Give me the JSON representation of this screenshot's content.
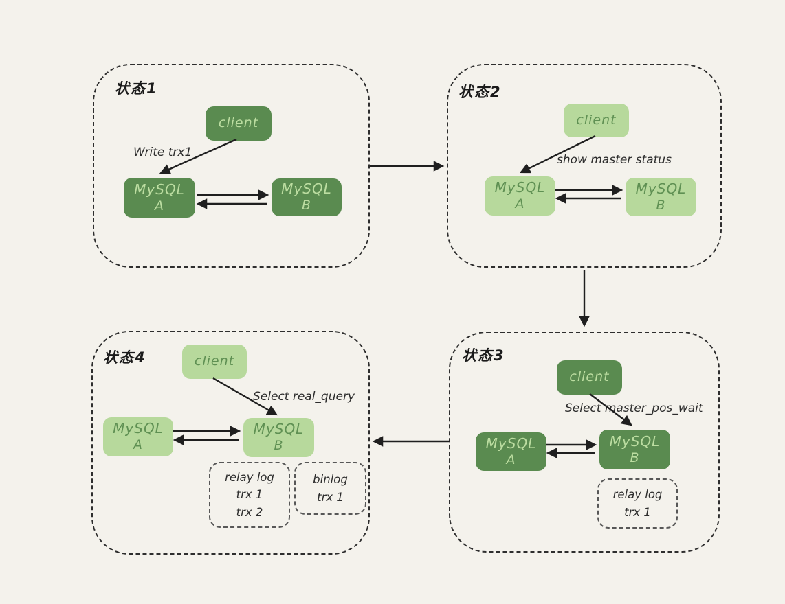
{
  "colors": {
    "background": "#f4f2ec",
    "dark_green": "#5a8b50",
    "light_green": "#b7d99c",
    "text_on_dark": "#bcdda1",
    "text_on_light": "#5f9053",
    "line": "#1f1f1f"
  },
  "diagram": {
    "states": [
      {
        "name": "状态1",
        "theme": "dark",
        "client_label": "client",
        "action_label": "Write trx1",
        "node_a": {
          "title": "MySQL",
          "id": "A"
        },
        "node_b": {
          "title": "MySQL",
          "id": "B"
        },
        "logs": []
      },
      {
        "name": "状态2",
        "theme": "light",
        "client_label": "client",
        "action_label": "show master status",
        "node_a": {
          "title": "MySQL",
          "id": "A"
        },
        "node_b": {
          "title": "MySQL",
          "id": "B"
        },
        "logs": []
      },
      {
        "name": "状态3",
        "theme": "dark",
        "client_label": "client",
        "action_label": "Select master_pos_wait",
        "node_a": {
          "title": "MySQL",
          "id": "A"
        },
        "node_b": {
          "title": "MySQL",
          "id": "B"
        },
        "logs": [
          {
            "lines": [
              "relay log",
              "trx 1"
            ]
          }
        ]
      },
      {
        "name": "状态4",
        "theme": "light",
        "client_label": "client",
        "action_label": "Select real_query",
        "node_a": {
          "title": "MySQL",
          "id": "A"
        },
        "node_b": {
          "title": "MySQL",
          "id": "B"
        },
        "logs": [
          {
            "lines": [
              "relay log",
              "trx 1",
              "trx 2"
            ]
          },
          {
            "lines": [
              "binlog",
              "trx 1"
            ]
          }
        ]
      }
    ],
    "connectors": [
      {
        "from": "状态1",
        "to": "状态2"
      },
      {
        "from": "状态2",
        "to": "状态3"
      },
      {
        "from": "状态3",
        "to": "状态4"
      }
    ]
  }
}
